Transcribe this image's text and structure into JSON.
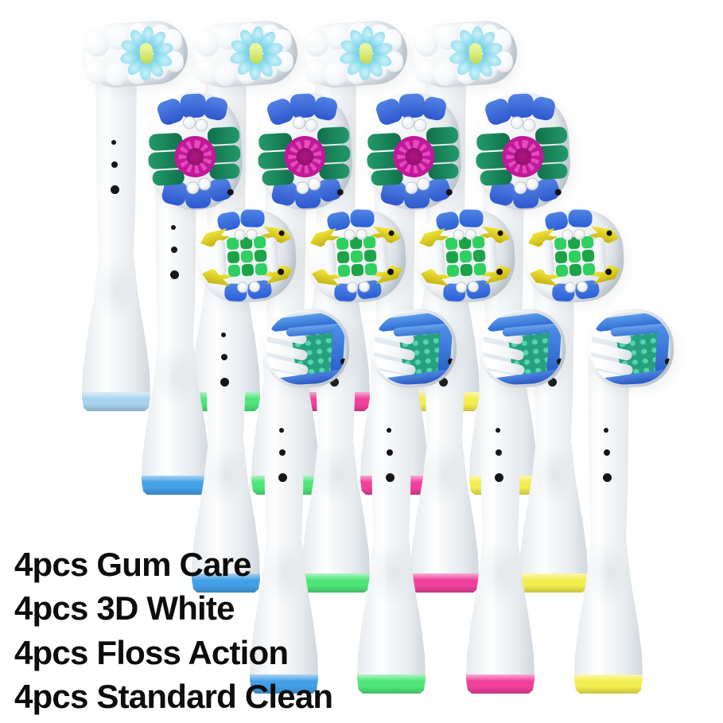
{
  "meta": {
    "type": "product-photo",
    "description": "Sixteen white electric toothbrush replacement heads arranged in four overlapping rows on a white background, four heads per style"
  },
  "background_color": "#ffffff",
  "caption": {
    "color": "#0d0d0d",
    "lines": [
      "4pcs Gum Care",
      "4pcs 3D White",
      "4pcs Floss Action",
      "4pcs Standard Clean"
    ]
  },
  "products": {
    "column_ring_colors": [
      "#44a0e6",
      "#4fe57a",
      "#f1409c",
      "#f3ee4f"
    ],
    "row1_col1_ring": "#a8d4ef",
    "handle_dot_color": "#161616",
    "rows": [
      {
        "name": "Gum Care",
        "pieces": 4,
        "style": "gum-care",
        "colors": {
          "petal": "#8edcef",
          "petal_deep": "#6cc7dd",
          "flower_center": "#c3dd4a",
          "tuft": "#f5f8fa"
        }
      },
      {
        "name": "3D White",
        "pieces": 4,
        "style": "3d-white",
        "colors": {
          "blue": "#2e57cd",
          "blue_hi": "#5282e4",
          "green": "#23996b",
          "green_dark": "#10704a",
          "magenta": "#c2189a",
          "magenta_hi": "#e34cbb",
          "magenta_dark": "#8c0f6d",
          "tuft": "#eef1f3"
        }
      },
      {
        "name": "Floss Action",
        "pieces": 4,
        "style": "floss-action",
        "colors": {
          "blue": "#2b5fd6",
          "blue_hi": "#4f84e4",
          "yellow": "#f2e63c",
          "yellow_dark": "#c4b312",
          "green": "#2fcf60",
          "green_dark": "#1da347",
          "tuft": "#eef1f3"
        }
      },
      {
        "name": "Standard Clean",
        "pieces": 4,
        "style": "standard-clean",
        "colors": {
          "blue": "#2d6bd3",
          "blue_hi": "#5b9ce8",
          "teal": "#27a07f",
          "teal_dot": "#54d7ad",
          "tuft": "#f2f5f7"
        }
      }
    ]
  }
}
